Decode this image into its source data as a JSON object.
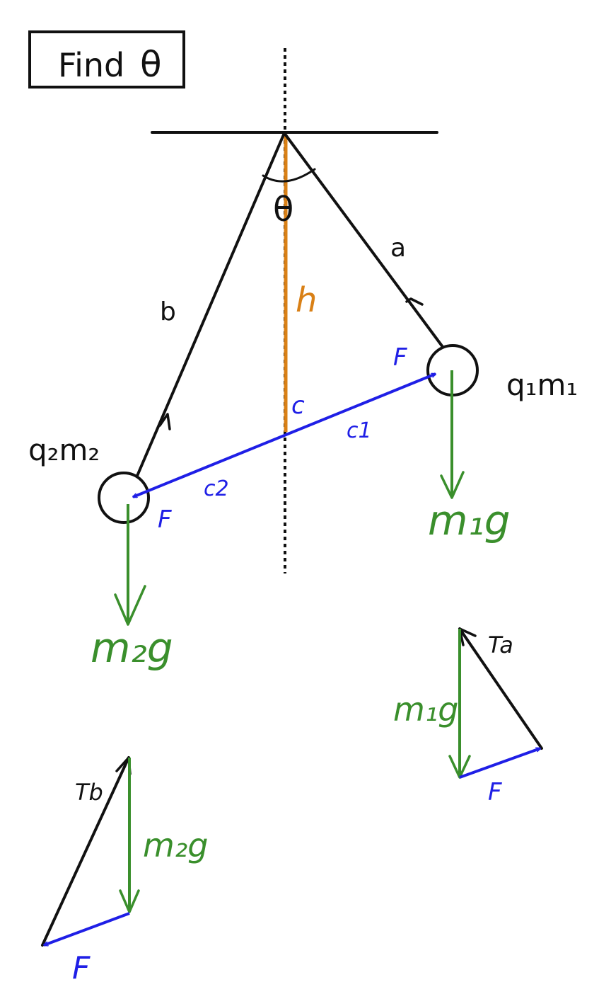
{
  "title": {
    "find": "Find",
    "theta": "θ"
  },
  "labels": {
    "theta": "θ",
    "a": "a",
    "b": "b",
    "h": "h",
    "c": "c",
    "c1": "c1",
    "c2": "c2",
    "q1m1": "q₁m₁",
    "q2m2": "q₂m₂",
    "F_right": "F",
    "F_left": "F",
    "m1g": "m₁g",
    "m2g": "m₂g"
  },
  "triangles": {
    "right": {
      "tension": "Ta",
      "weight": "m₁g",
      "force": "F"
    },
    "left": {
      "tension": "Tb",
      "weight": "m₂g",
      "force": "F"
    }
  },
  "colors": {
    "black": "#111111",
    "blue": "#1f1fe6",
    "green": "#3a8f2c",
    "orange": "#d98016"
  }
}
